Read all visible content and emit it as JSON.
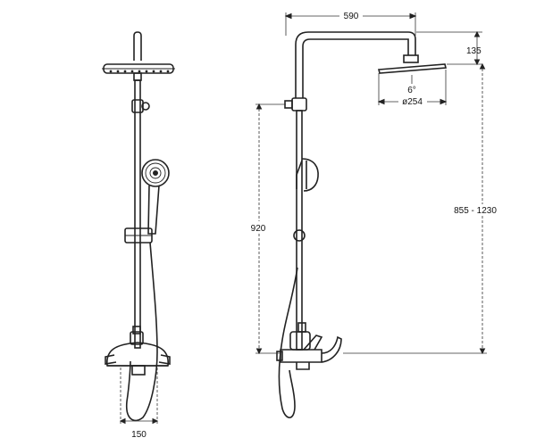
{
  "dimensions": {
    "total_width": "590",
    "head_drop": "135",
    "tilt_angle": "6°",
    "head_diameter": "ø254",
    "outlet_height": "920",
    "height_range": "855 - 1230",
    "mixer_spacing": "150"
  }
}
